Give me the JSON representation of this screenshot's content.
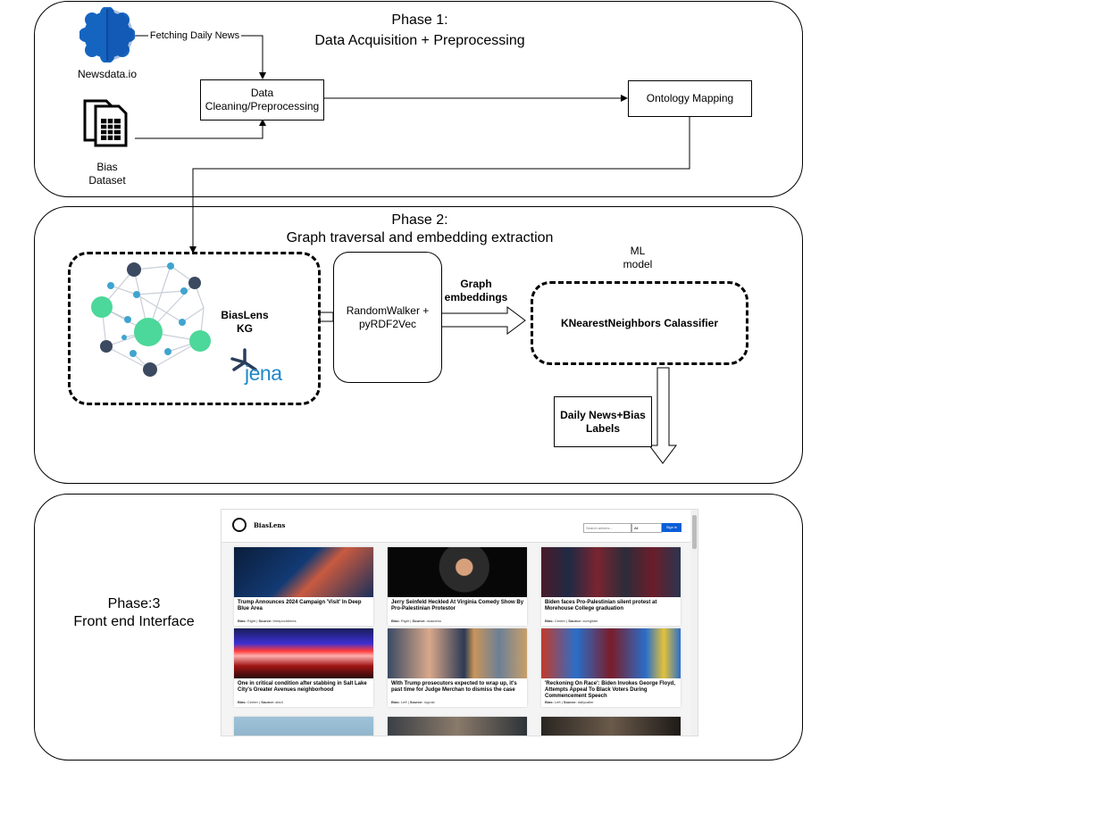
{
  "phase1": {
    "title_line1": "Phase 1:",
    "title_line2": "Data Acquisition + Preprocessing",
    "newsdata_label": "Newsdata.io",
    "fetch_label": "Fetching Daily News",
    "bias_dataset_line1": "Bias",
    "bias_dataset_line2": "Dataset",
    "cleaning_line1": "Data",
    "cleaning_line2": "Cleaning/Preprocessing",
    "ontology_label": "Ontology Mapping"
  },
  "phase2": {
    "title_line1": "Phase 2:",
    "title_line2": "Graph traversal and embedding extraction",
    "kg_line1": "BiasLens",
    "kg_line2": "KG",
    "jena_label": "Jena",
    "walker_line1": "RandomWalker +",
    "walker_line2": "pyRDF2Vec",
    "embeddings_line1": "Graph",
    "embeddings_line2": "embeddings",
    "ml_line1": "ML",
    "ml_line2": "model",
    "knn_label": "KNearestNeighbors Calassifier",
    "output_line1": "Daily News+Bias",
    "output_line2": "Labels"
  },
  "phase3": {
    "title_line1": "Phase:3",
    "title_line2": "Front end Interface"
  },
  "frontend": {
    "brand": "BiasLens",
    "search_placeholder": "Search articles...",
    "filter_value": "All",
    "signin": "Sign in",
    "cards": [
      {
        "title": "Trump Announces 2024 Campaign 'Visit' In Deep Blue Area",
        "bias_key": "Bias:",
        "bias": "Right",
        "source_key": "Source:",
        "source": "theepochtimes"
      },
      {
        "title": "Jerry Seinfeld Heckled At Virginia Comedy Show By Pro-Palestinian Protestor",
        "bias_key": "Bias:",
        "bias": "Right",
        "source_key": "Source:",
        "source": "dcaudmo"
      },
      {
        "title": "Biden faces Pro-Palestinian silent protest at Morehouse College graduation",
        "bias_key": "Bias:",
        "bias": "Center",
        "source_key": "Source:",
        "source": "vcregister"
      },
      {
        "title": "One in critical condition after stabbing in Salt Lake City's Greater Avenues neighborhood",
        "bias_key": "Bias:",
        "bias": "Center",
        "source_key": "Source:",
        "source": "abc4"
      },
      {
        "title": "With Trump prosecutors expected to wrap up, it's past time for Judge Merchan to dismiss the case",
        "bias_key": "Bias:",
        "bias": "Left",
        "source_key": "Source:",
        "source": "nypost"
      },
      {
        "title": "'Reckoning On Race': Biden Invokes George Floyd, Attempts Appeal To Black Voters During Commencement Speech",
        "bias_key": "Bias:",
        "bias": "Left",
        "source_key": "Source:",
        "source": "dailycaller"
      }
    ]
  },
  "colors": {
    "cloud": "#1565c0",
    "kg_green": "#4cd89a",
    "kg_blue": "#3fa4cf",
    "kg_dark": "#3b4a60",
    "jena_blue": "#1e88c9",
    "signin": "#0b5ed7"
  }
}
